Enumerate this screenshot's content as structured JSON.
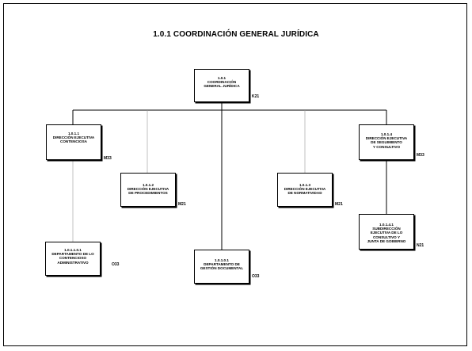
{
  "title": "1.0.1 COORDINACIÓN GENERAL JURÍDICA",
  "units": [
    {
      "id": "root",
      "number": "1.0.1",
      "name": "COORDINACIÓN\nGENERAL JURÍDICA",
      "code": "K21"
    },
    {
      "id": "contenciosa",
      "number": "1.0.1.1",
      "name": "DIRECCIÓN EJECUTIVA\nCONTENCIOSA",
      "code": "M33"
    },
    {
      "id": "procedimientos",
      "number": "1.0.1.2",
      "name": "DIRECCIÓN EJECUTIVA\nDE PROCEDIMIENTOS",
      "code": "M21"
    },
    {
      "id": "normatividad",
      "number": "1.0.1.3",
      "name": "DIRECCIÓN EJECUTIVA\nDE NORMATIVIDAD",
      "code": "M21"
    },
    {
      "id": "consultivo",
      "number": "1.0.1.4",
      "name": "DIRECCIÓN EJECUTIVA\nDE SEGUIMIENTO\nY CONSULTIVO",
      "code": "M33"
    },
    {
      "id": "gestion",
      "number": "1.0.1.0.1",
      "name": "DEPARTAMENTO DE\nGESTIÓN DOCUMENTAL",
      "code": "O33"
    },
    {
      "id": "contencioso-adm",
      "number": "1.0.1.1.0.1",
      "name": "DEPARTAMENTO DE LO\nCONTENCIOSO\nADMINISTRATIVO",
      "code": "O33"
    },
    {
      "id": "junta",
      "number": "1.0.1.4.1",
      "name": "SUBDIRECCIÓN\nEJECUTIVA DE LO\nCONSULTIVO Y\nJUNTA DE GOBIERNO",
      "code": "N21"
    }
  ]
}
